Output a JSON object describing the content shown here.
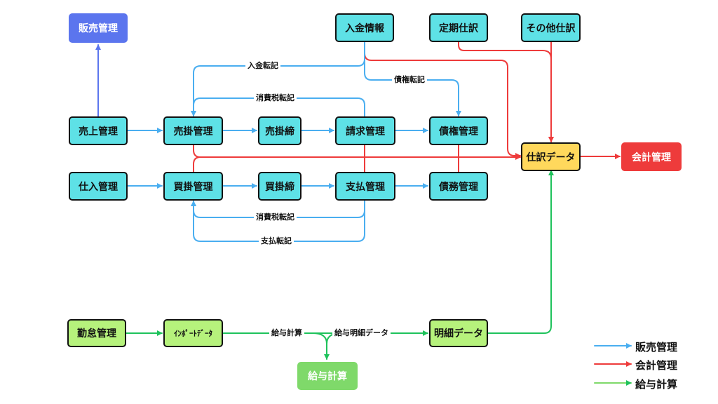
{
  "colors": {
    "sales": "#4aaef0",
    "accounting": "#ee3b3b",
    "payroll": "#1ec25b"
  },
  "nodes": {
    "hanbai": "販売管理",
    "nyukin": "入金情報",
    "teiki": "定期仕訳",
    "sonota": "その他仕訳",
    "uriage": "売上管理",
    "urikake": "売掛管理",
    "urikakeshime": "売掛締",
    "seikyu": "請求管理",
    "saiken": "債権管理",
    "shiwake": "仕訳データ",
    "kaikei": "会計管理",
    "shiire": "仕入管理",
    "kaikake": "買掛管理",
    "kaikakeshime": "買掛締",
    "shiharai": "支払管理",
    "saimu": "債務管理",
    "kintai": "勤怠管理",
    "import": "ｲﾝﾎﾟｰﾄﾃﾞｰﾀ",
    "meisai": "明細データ",
    "kyuyo": "給与計算"
  },
  "labels": {
    "nyukin_tenki": "入金転記",
    "saiken_tenki": "債権転記",
    "shohizei_tenki_top": "消費税転記",
    "shohizei_tenki_bottom": "消費税転記",
    "shiharai_tenki": "支払転記",
    "kyuyo_keisan": "給与計算",
    "kyuyo_meisai": "給与明細データ"
  },
  "legend": {
    "sales": "販売管理",
    "accounting": "会計管理",
    "payroll": "給与計算"
  }
}
